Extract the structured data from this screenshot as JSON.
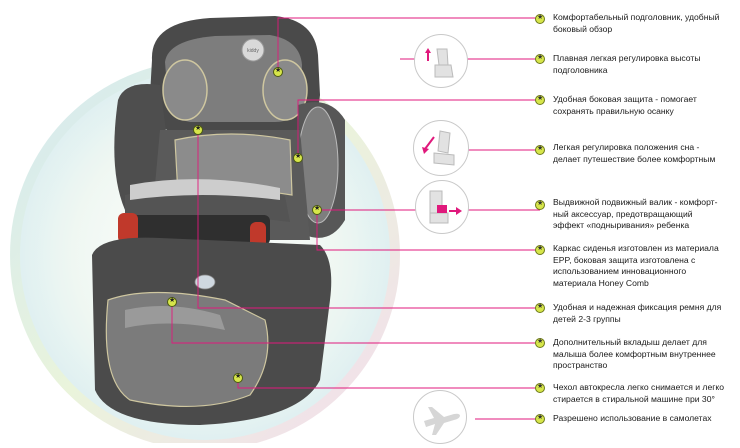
{
  "features": [
    {
      "text": "Комфортабельный подголовник, удобный\nбоковый обзор"
    },
    {
      "text": "Плавная легкая регулировка высоты\nподголовника"
    },
    {
      "text": "Удобная боковая защита - помогает\nсохранять правильную осанку"
    },
    {
      "text": "Легкая регулировка положения сна -\nделает путешествие более комфортным"
    },
    {
      "text": "Выдвижной подвижный валик - комфорт-\nный аксессуар, предотвращающий\nэффект «подныривания» ребенка"
    },
    {
      "text": "Каркас сиденья изготовлен из материала\nEPP, боковая защита изготовлена с\nиспользованием инновационного\nматериала Honey Comb"
    },
    {
      "text": "Удобная и надежная фиксация ремня для\nдетей 2-3 группы"
    },
    {
      "text": "Дополнительный вкладыш делает для\nмалыша более комфортным внутреннее\nпространство"
    },
    {
      "text": "Чехол автокресла легко снимается и легко\nстирается в стиральной машине при 30°"
    },
    {
      "text": "Разрешено использование в самолетах"
    }
  ],
  "brand_logo": "kiddy",
  "colors": {
    "line": "#e0197c",
    "bullet": "#d7e64a",
    "seat_dark": "#4a4a4a",
    "seat_mesh": "#7d7d7d"
  },
  "icons": [
    "headrest-adjust-icon",
    "recline-adjust-icon",
    "pull-out-cushion-icon",
    "airplane-icon"
  ]
}
